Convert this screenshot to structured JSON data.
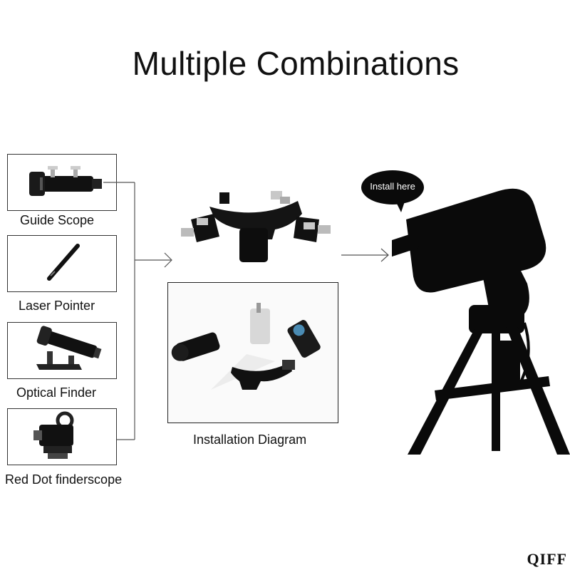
{
  "title": "Multiple Combinations",
  "accessories": [
    {
      "label": "Guide Scope",
      "icon": "guide-scope-icon"
    },
    {
      "label": "Laser Pointer",
      "icon": "laser-pointer-icon"
    },
    {
      "label": "Optical Finder",
      "icon": "optical-finder-icon"
    },
    {
      "label": "Red Dot finderscope",
      "icon": "red-dot-finderscope-icon"
    }
  ],
  "diagram_caption": "Installation Diagram",
  "speech_bubble": "Install here",
  "watermark": "QIFF",
  "colors": {
    "silhouette": "#0a0a0a",
    "border": "#333333",
    "background": "#ffffff"
  }
}
